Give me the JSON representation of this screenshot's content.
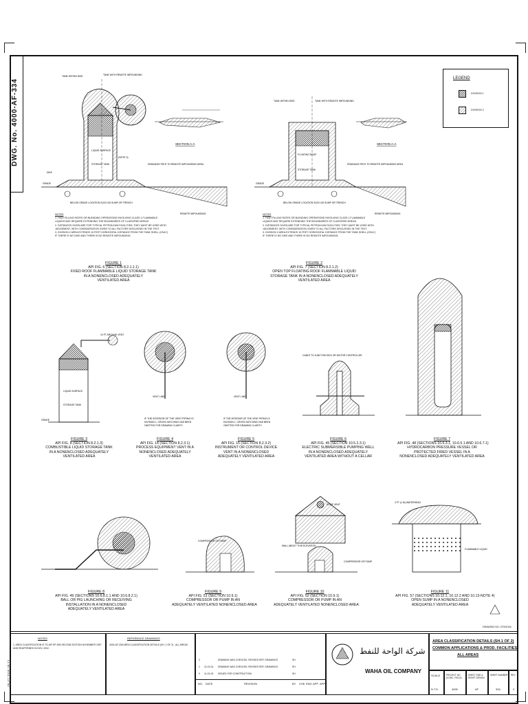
{
  "header": {
    "dwg_label": "DWG. No. 4000-AF-334"
  },
  "legend": {
    "title": "LEGEND",
    "items": [
      "DIVISION 1",
      "DIVISION 2"
    ]
  },
  "figures": [
    {
      "title": "FIGURE 1",
      "lines": [
        "API FIG. 6 (Section 8.2.1.1.1)",
        "FIXED ROOF FLAMMABLE LIQUID STORAGE TANK",
        "IN A NONENCLOSED ADEQUATELY",
        "VENTILATED AREA"
      ]
    },
    {
      "title": "FIGURE 2",
      "lines": [
        "API FIG. 7 (Section 8.2.1.2)",
        "OPEN TOP FLOATING ROOF FLAMMABLE LIQUID",
        "STORAGE TANK IN A NONENCLOSED ADEQUATELY",
        "VENTILATED AREA"
      ]
    },
    {
      "title": "FIGURE 3",
      "lines": [
        "API FIG. 8 (Section 8.2.1.3)",
        "COMBUSTIBLE LIQUID STORAGE TANK",
        "IN A NONENCLOSED ADEQUATELY",
        "VENTILATED AREA"
      ]
    },
    {
      "title": "FIGURE 4",
      "lines": [
        "API FIG. 14 (Section 8.2.3.1)",
        "PROCESS EQUIPMENT VENT IN A",
        "NONENCLOSED ADEQUATELY",
        "VENTILATED AREA"
      ]
    },
    {
      "title": "FIGURE 5",
      "lines": [
        "API FIG. 15 (Section 8.2.3.2)",
        "INSTRUMENT OR CONTROL DEVICE",
        "VENT IN A NONENCLOSED",
        "ADEQUATELY VENTILATED AREA"
      ]
    },
    {
      "title": "FIGURE 6",
      "lines": [
        "API FIG. 45 (Section 10.5.2.3.1)",
        "ELECTRIC SUBMERSIBLE PUMPING WELL",
        "IN A NONENCLOSED ADEQUATELY",
        "VENTILATED AREA WITHOUT A CELLAR"
      ]
    },
    {
      "title": "FIGURE 7",
      "lines": [
        "API FIG. 48 (Sections 10.6.3.1, 10.6.5.1 and 10.6.7.1)",
        "HYDROCARBON PRESSURE VESSEL OR",
        "PROTECTED FIRED VESSEL IN A",
        "NONENCLOSED ADEQUATELY VENTILATED AREA"
      ]
    },
    {
      "title": "FIGURE 8",
      "lines": [
        "API FIG. 49 (Sections 10.6.8.1.1 and 10.6.8.2.1)",
        "BALL OR PIG LAUNCHING OR RECEIVING",
        "INSTALLATION IN A NONENCLOSED",
        "ADEQUATELY VENTILATED AREA"
      ]
    },
    {
      "title": "FIGURE 9",
      "lines": [
        "API FIG. 51 (Section 10.9.1)",
        "COMPRESSOR OR PUMP IN AN",
        "ADEQUATELY VENTILATED NONENCLOSED AREA"
      ]
    },
    {
      "title": "FIGURE 10",
      "lines": [
        "API FIG. 52 (Section 10.9.1)",
        "COMPRESSOR OR PUMP IN AN",
        "ADEQUATELY VENTILATED NONENCLOSED AREA"
      ]
    },
    {
      "title": "FIGURE 11",
      "lines": [
        "API FIG. 57 (Sections 10.12.1, 10.12.2 and 10.13-Note 4)",
        "OPEN SUMP IN A NONENCLOSED",
        "ADEQUATELY VENTILATED AREA"
      ]
    }
  ],
  "section_labels": [
    "SECTION A-A",
    "SECTION A-A"
  ],
  "drawing_labels": {
    "tank_within_dike": "TANK WITHIN DIKE",
    "tank_remote": "TANK WITH REMOTE IMPOUNDING",
    "grade": "GRADE",
    "dike": "DIKE",
    "storage_tank": "STORAGE TANK",
    "liquid_surface": "LIQUID SURFACE",
    "floating_roof": "FLOATING ROOF",
    "drainage_path": "DRAINAGE PATH TO REMOTE IMPOUNDING AREA",
    "below_grade": "BELOW GRADE LOCATION SUCH AS SUMP OR TRENCH",
    "remote_impounding": "REMOTE IMPOUNDING",
    "vent_line": "VENT LINE",
    "around_vent": "10 FT AROUND VENT",
    "compressor": "COMPRESSOR OR PUMP",
    "roof_vent": "ROOF VENT",
    "wall_about": "WALL ABOUT THIS ELEVATION",
    "flammable_liquid": "FLAMMABLE LIQUID",
    "cable_box": "CABLE TO JUNCTION BOX OR MOTOR CONTROLLER",
    "sump_note": "3 FT (1 M) WATERHEAD",
    "see_note_3": "(NOTE 3)"
  },
  "notes_top": {
    "title": "NOTES",
    "items": [
      "1. HIGH FILLING RATES OR BLENDING OPERATIONS INVOLVING CLASS 1 FLAMMABLE",
      "   LIQUIDS MAY REQUIRE EXTENDING THE BOUNDARIES OF CLASSIFIED AREAS.",
      "2. DISTANCES GIVEN ARE FOR TYPICAL PETROLEUM FACILITIES; THEY MUST BE USED WITH",
      "   JUDGEMENT, WITH CONSIDERATION GIVEN TO ALL FACTORS DISCUSSED IN THE TEXT.",
      "3. DIVISION 2 AREA EXTENDS 10 FEET HORIZONTAL DISTANCE FROM THE TANK SHELL (ONLY)",
      "   IF THERE IS NO DIKE AND THERE IS NO REMOTE IMPOUNDING."
    ]
  },
  "fig_notes": {
    "fig4": [
      "IF THE INTERIOR OF THE VENT PIPING IS",
      "DIVISION 1, CROSS HATCHING HAS BEEN",
      "OMITTED FOR DRAWING CLARITY."
    ],
    "fig5": [
      "IF THE INTERIOR OF THE VENT PIPING IS",
      "DIVISION 1, CROSS HATCHING HAS BEEN",
      "OMITTED FOR DRAWING CLARITY."
    ]
  },
  "drawing_no_stamp": "DRAWING NO. 07001004",
  "title_block": {
    "notes_title": "NOTES",
    "notes_lines": [
      "1. AREA CLASSIFICATION IS TO API RP-505 SECOND EDITION NOVEMBER 1997",
      "   AND REAFFIRMED IN NOV. 2002."
    ],
    "ref_title": "REFERENCE DRAWINGS",
    "ref_lines": [
      "4000-AF-335   AREA CLASSIFICATION DETAILS (SH. 2 OF 2) - ALL AREAS"
    ],
    "revisions": [
      {
        "no": "2",
        "date": "",
        "desc": "DRAWING WAS CHECKED, REVISED REF. DRAWINGS",
        "by": "SH"
      },
      {
        "no": "1",
        "date": "11-01-04",
        "desc": "DRAWING WAS CHECKED, REVISED REF. DRAWINGS",
        "by": "SH"
      },
      {
        "no": "0",
        "date": "11-01-03",
        "desc": "ISSUED FOR CONSTRUCTION",
        "by": "SH"
      }
    ],
    "rev_headers": [
      "NO.",
      "DATE",
      "REVISION",
      "BY",
      "CHK",
      "ENG",
      "APP",
      "APP"
    ],
    "company_arabic": "شركة الواحة للنفط",
    "company": "WAHA OIL COMPANY",
    "title_lines": [
      "AREA CLASSIFICATION DETAILS (SH.1 OF 2)",
      "COMMON APPLICATIONS & PROD. FACILITIES",
      "ALL AREAS"
    ],
    "fields": [
      {
        "label": "SCALE",
        "value": "N.T.S."
      },
      {
        "label": "PROJECT NO (CONC.-FIELD)",
        "value": "4000"
      },
      {
        "label": "SHEET SIZE & DRAFT DESIGN",
        "value": "AF"
      },
      {
        "label": "SHEET NUMBER",
        "value": "334"
      },
      {
        "label": "REV.",
        "value": "2"
      }
    ]
  },
  "side_stamp": "05-07-2005 09:31"
}
